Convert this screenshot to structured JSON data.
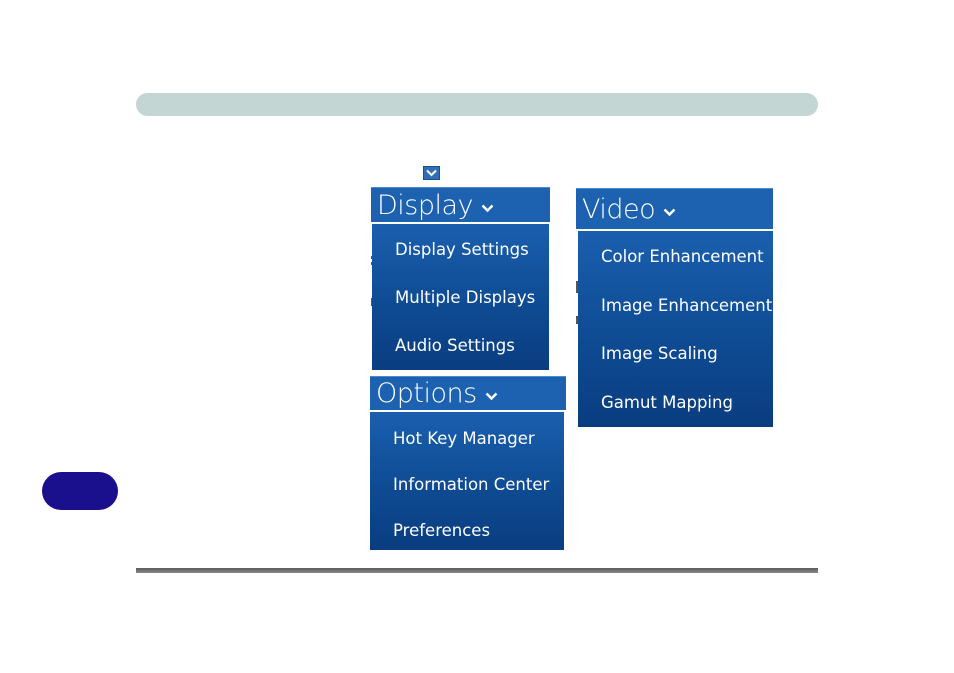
{
  "menus": {
    "display": {
      "title": "Display",
      "items": [
        "Display Settings",
        "Multiple Displays",
        "Audio Settings"
      ]
    },
    "options": {
      "title": "Options",
      "items": [
        "Hot Key Manager",
        "Information Center",
        "Preferences"
      ]
    },
    "video": {
      "title": "Video",
      "items": [
        "Color Enhancement",
        "Image Enhancement",
        "Image Scaling",
        "Gamut Mapping"
      ]
    }
  },
  "icons": {
    "inline_chevron": "chevron-down-icon",
    "menu_chevron": "chevron-down-icon"
  },
  "colors": {
    "header_band": "#c3d6d3",
    "side_tab": "#1a0f8c",
    "menu_blue": "#1c62b1"
  }
}
